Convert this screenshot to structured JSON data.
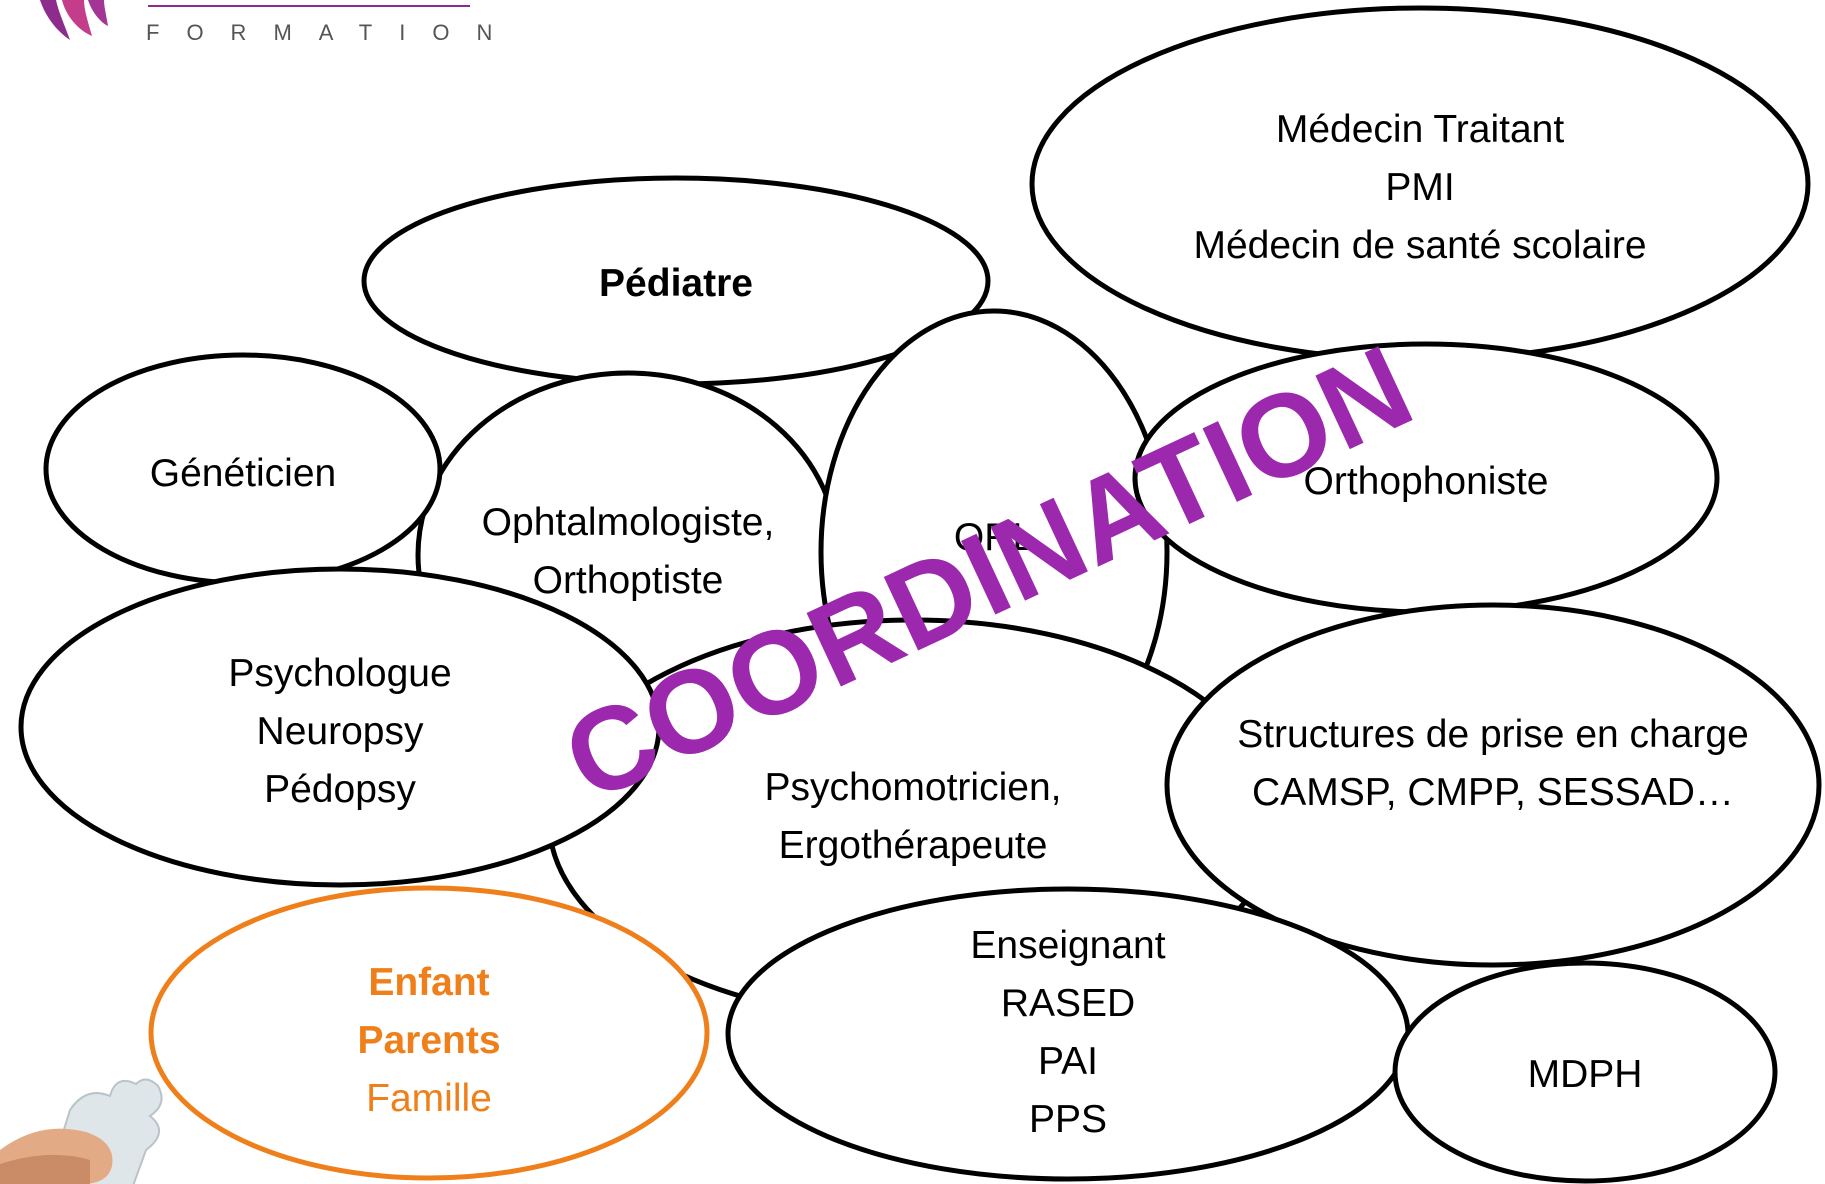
{
  "brand": {
    "text": "FORMATION",
    "colors": {
      "logo_purple": "#8e2c8e",
      "logo_pink": "#c33d8a"
    }
  },
  "nodes": {
    "medecin": [
      "Médecin Traitant",
      "PMI",
      "Médecin de santé scolaire"
    ],
    "pediatre": [
      "Pédiatre"
    ],
    "geneticien": [
      "Généticien"
    ],
    "ophtalmo": [
      "Ophtalmologiste,",
      "Orthoptiste"
    ],
    "orl": [
      "ORL"
    ],
    "orthophoniste": [
      "Orthophoniste"
    ],
    "psychologue": [
      "Psychologue",
      "Neuropsy",
      "Pédopsy"
    ],
    "psychomot": [
      "Psychomotricien,",
      "Ergothérapeute"
    ],
    "structures": [
      "Structures de prise en charge",
      "CAMSP, CMPP, SESSAD…"
    ],
    "enfant": [
      "Enfant",
      "Parents",
      "Famille"
    ],
    "enseignant": [
      "Enseignant",
      "RASED",
      "PAI",
      "PPS"
    ],
    "mdph": [
      "MDPH"
    ]
  },
  "overlay": {
    "text": "COORDINATION",
    "color": "#9b28ad"
  },
  "colors": {
    "outline": "#000000",
    "family_highlight": "#ef7f1a"
  },
  "icons": {
    "logo": "logo-mark-icon",
    "photo": "hand-puzzle-piece-icon"
  }
}
